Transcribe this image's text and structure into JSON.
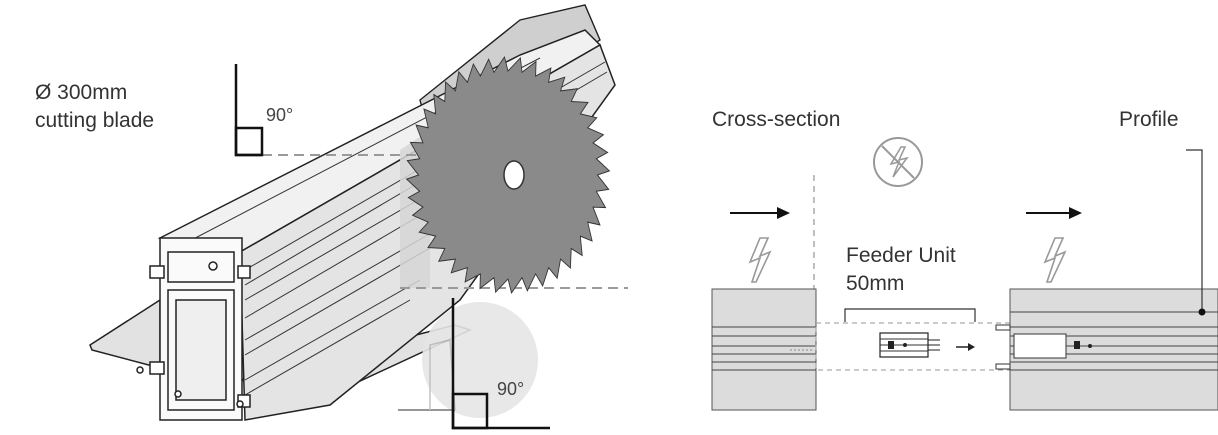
{
  "blade": {
    "diameter_label": "Ø 300mm",
    "desc_label": "cutting blade",
    "angle_top": "90°",
    "angle_bottom": "90°",
    "color_blade": "#8a8a8a",
    "color_plane": "#d6d6d6",
    "tooth_count": 40
  },
  "feeder": {
    "cross_section_label": "Cross-section",
    "profile_label": "Profile",
    "feeder_label_line1": "Feeder Unit",
    "feeder_label_line2": "50mm",
    "color_block": "#dcdcdc",
    "icons": [
      "no-electric-icon",
      "electric-bolt-icon",
      "direction-arrow-icon"
    ]
  }
}
